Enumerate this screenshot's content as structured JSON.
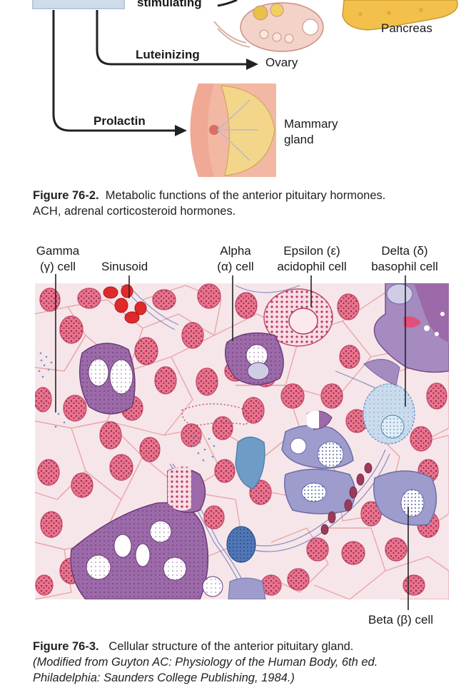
{
  "fig1": {
    "label_stimulating": "stimulating",
    "label_luteinizing": "Luteinizing",
    "label_prolactin": "Prolactin",
    "label_pancreas": "Pancreas",
    "label_ovary": "Ovary",
    "label_mammary_line1": "Mammary",
    "label_mammary_line2": "gland",
    "caption_number": "Figure 76-2.",
    "caption_text_line1": "Metabolic functions of the anterior pituitary hormones.",
    "caption_text_line2": "ACH, adrenal corticosteroid hormones."
  },
  "fig2": {
    "gamma_line1": "Gamma",
    "gamma_line2": "(γ) cell",
    "sinusoid": "Sinusoid",
    "alpha_line1": "Alpha",
    "alpha_line2": "(α) cell",
    "epsilon_line1": "Epsilon (ε)",
    "epsilon_line2": "acidophil cell",
    "delta_line1": "Delta (δ)",
    "delta_line2": "basophil cell",
    "beta": "Beta (β) cell",
    "caption_number": "Figure 76-3.",
    "caption_text_line1": "Cellular structure of the anterior pituitary gland.",
    "caption_credit_line1": "(Modified from Guyton AC: Physiology of the Human Body, 6th ed.",
    "caption_credit_line2": "Philadelphia: Saunders College Publishing, 1984.)"
  },
  "colors": {
    "tissue_bg": "#f6e6ea",
    "acidophil": "#e8738a",
    "basophil": "#9c6aa8",
    "chromophobe": "#9d9ccc",
    "blood": "#e02a2a"
  }
}
